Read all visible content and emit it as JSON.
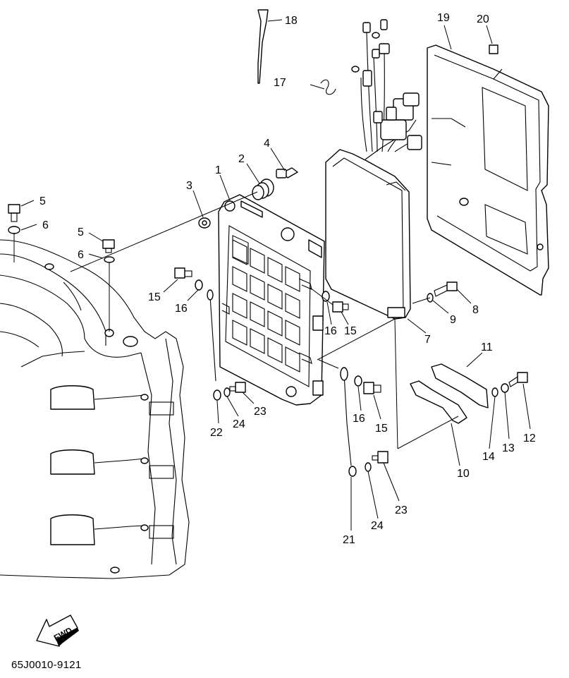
{
  "callouts": [
    {
      "id": "c1",
      "label": "1"
    },
    {
      "id": "c2",
      "label": "2"
    },
    {
      "id": "c3",
      "label": "3"
    },
    {
      "id": "c4",
      "label": "4"
    },
    {
      "id": "c5a",
      "label": "5"
    },
    {
      "id": "c5b",
      "label": "5"
    },
    {
      "id": "c6a",
      "label": "6"
    },
    {
      "id": "c6b",
      "label": "6"
    },
    {
      "id": "c7",
      "label": "7"
    },
    {
      "id": "c8",
      "label": "8"
    },
    {
      "id": "c9",
      "label": "9"
    },
    {
      "id": "c10",
      "label": "10"
    },
    {
      "id": "c11",
      "label": "11"
    },
    {
      "id": "c12",
      "label": "12"
    },
    {
      "id": "c13",
      "label": "13"
    },
    {
      "id": "c14",
      "label": "14"
    },
    {
      "id": "c15a",
      "label": "15"
    },
    {
      "id": "c15b",
      "label": "15"
    },
    {
      "id": "c15c",
      "label": "15"
    },
    {
      "id": "c16a",
      "label": "16"
    },
    {
      "id": "c16b",
      "label": "16"
    },
    {
      "id": "c16c",
      "label": "16"
    },
    {
      "id": "c17",
      "label": "17"
    },
    {
      "id": "c18",
      "label": "18"
    },
    {
      "id": "c19",
      "label": "19"
    },
    {
      "id": "c20",
      "label": "20"
    },
    {
      "id": "c21",
      "label": "21"
    },
    {
      "id": "c22",
      "label": "22"
    },
    {
      "id": "c23a",
      "label": "23"
    },
    {
      "id": "c23b",
      "label": "23"
    },
    {
      "id": "c24a",
      "label": "24"
    },
    {
      "id": "c24b",
      "label": "24"
    }
  ],
  "fwd_arrow": {
    "label": "FWD"
  },
  "diagram_code": "65J0010-9121"
}
